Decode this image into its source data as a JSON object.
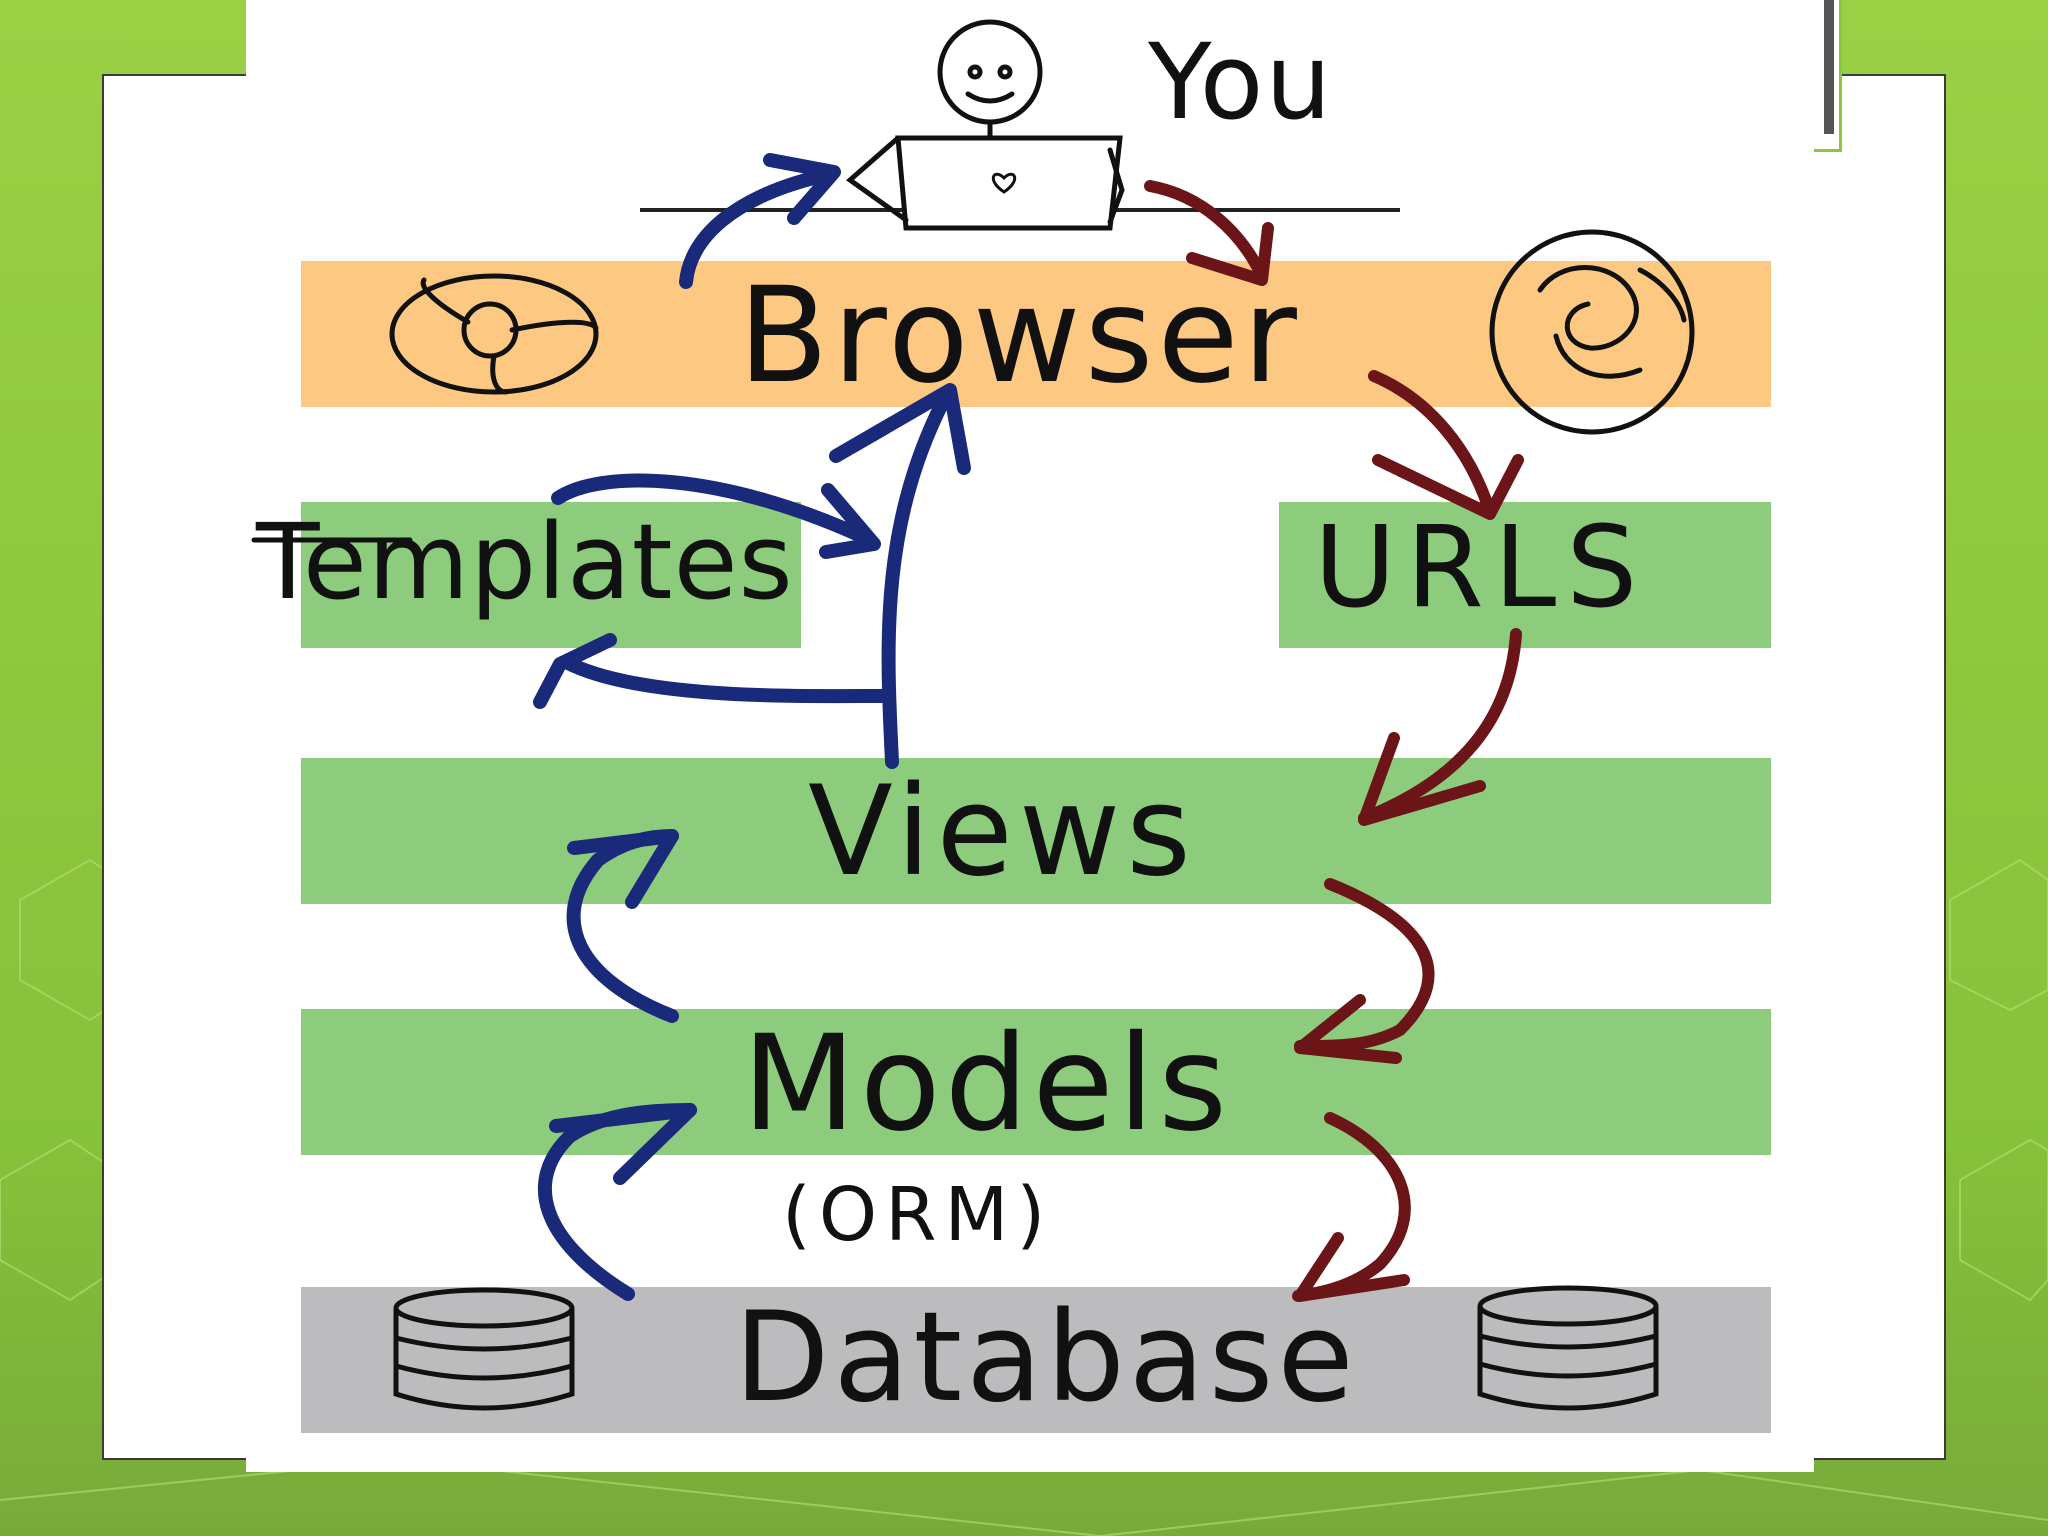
{
  "diagram": {
    "labels": {
      "you": "You",
      "browser": "Browser",
      "templates": "Templates",
      "urls": "URLS",
      "views": "Views",
      "models": "Models",
      "orm": "(ORM)",
      "database": "Database"
    },
    "icons": {
      "user": "person-with-laptop-icon",
      "browser_left": "chrome-logo-icon",
      "browser_right": "firefox-logo-icon",
      "db_left": "database-cylinder-icon",
      "db_right": "database-cylinder-icon"
    },
    "colors": {
      "background": "#8cc63e",
      "browser_band": "#fdc982",
      "green_band": "#8dcc7c",
      "database_band": "#bcbcbe",
      "response_arrow": "#1a2a7a",
      "request_arrow": "#6b1518",
      "ink": "#111111"
    }
  }
}
